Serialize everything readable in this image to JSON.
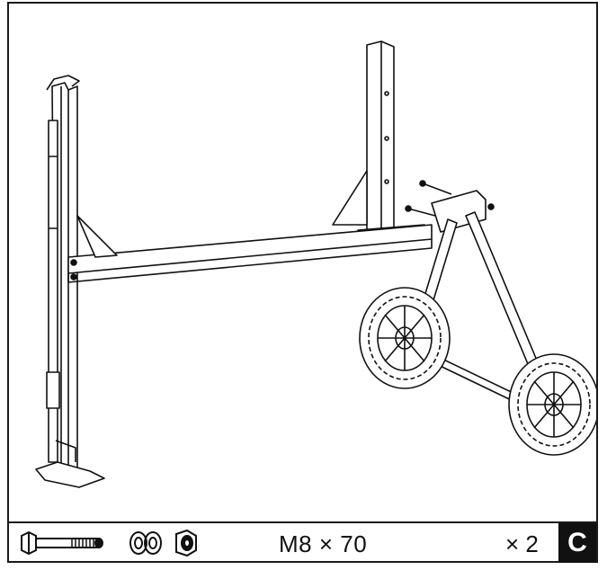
{
  "figure": {
    "fastener_spec": "M8 × 70",
    "quantity": "× 2",
    "step_label": "C"
  },
  "colors": {
    "line": "#111111",
    "background": "#ffffff",
    "badge": "#111111"
  },
  "icons": [
    "bolt-icon",
    "washer-icon",
    "nut-icon"
  ]
}
